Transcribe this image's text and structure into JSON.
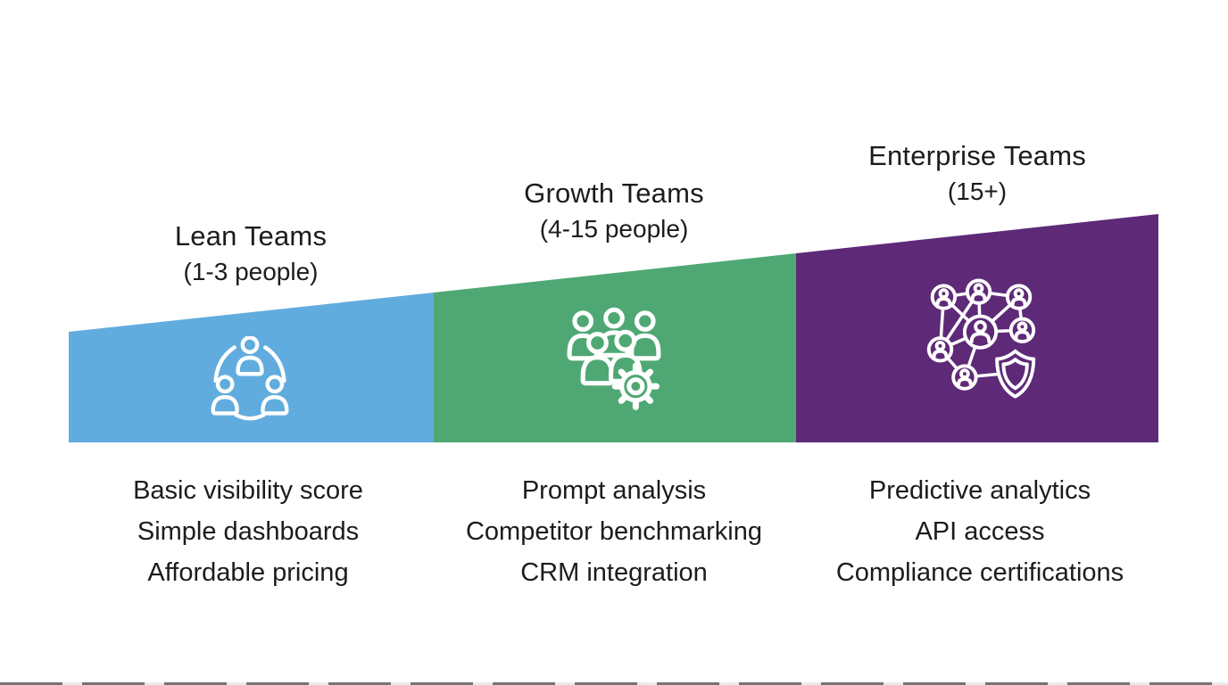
{
  "title_text_color": "#1c1c1c",
  "icon_stroke_color": "#ffffff",
  "sections": [
    {
      "id": "lean",
      "title": "Lean Teams",
      "subtitle": "(1-3 people)",
      "color": "#61ACDE",
      "icon": "three-people-network-icon",
      "features": [
        "Basic visibility score",
        "Simple dashboards",
        "Affordable pricing"
      ]
    },
    {
      "id": "growth",
      "title": "Growth Teams",
      "subtitle": "(4-15 people)",
      "color": "#4FA873",
      "icon": "people-group-gear-icon",
      "features": [
        "Prompt analysis",
        "Competitor benchmarking",
        "CRM integration"
      ]
    },
    {
      "id": "enterprise",
      "title": "Enterprise Teams",
      "subtitle": "(15+)",
      "color": "#5E2A78",
      "icon": "people-network-shield-icon",
      "features": [
        "Predictive analytics",
        "API access",
        "Compliance certifications"
      ]
    }
  ]
}
